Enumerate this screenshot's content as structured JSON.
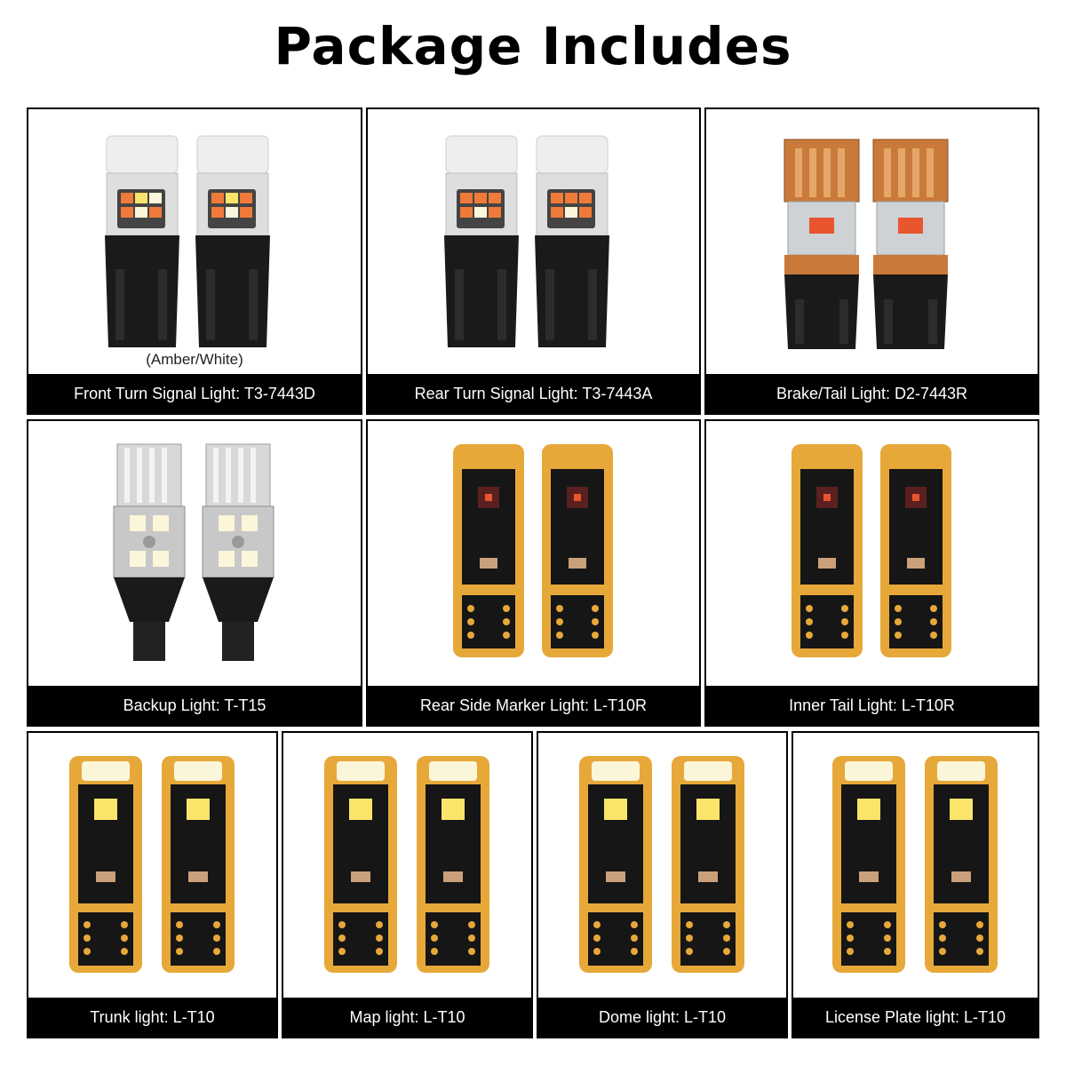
{
  "title": "Package Includes",
  "colors": {
    "pcb_gold": "#e7a83a",
    "pcb_black": "#161616",
    "amber_led": "#f07a3a",
    "red_led": "#e8552f",
    "white_led": "#fbf6d9",
    "copper_heatsink": "#c97a3a",
    "silver_heatsink": "#d8d8d8",
    "caption_bg": "#000000",
    "caption_text": "#ffffff"
  },
  "items": [
    {
      "caption": "Front Turn Signal Light: T3-7443D",
      "note": "(Amber/White)",
      "bulb": "wedge-dual"
    },
    {
      "caption": "Rear Turn Signal Light: T3-7443A",
      "bulb": "wedge-amber"
    },
    {
      "caption": "Brake/Tail Light: D2-7443R",
      "bulb": "wedge-copper"
    },
    {
      "caption": "Backup Light: T-T15",
      "bulb": "t15-silver"
    },
    {
      "caption": "Rear Side Marker Light: L-T10R",
      "bulb": "t10-red"
    },
    {
      "caption": "Inner Tail Light: L-T10R",
      "bulb": "t10-red"
    },
    {
      "caption": "Trunk light: L-T10",
      "bulb": "t10-white"
    },
    {
      "caption": "Map light: L-T10",
      "bulb": "t10-white"
    },
    {
      "caption": "Dome light: L-T10",
      "bulb": "t10-white"
    },
    {
      "caption": "License Plate light: L-T10",
      "bulb": "t10-white"
    }
  ]
}
